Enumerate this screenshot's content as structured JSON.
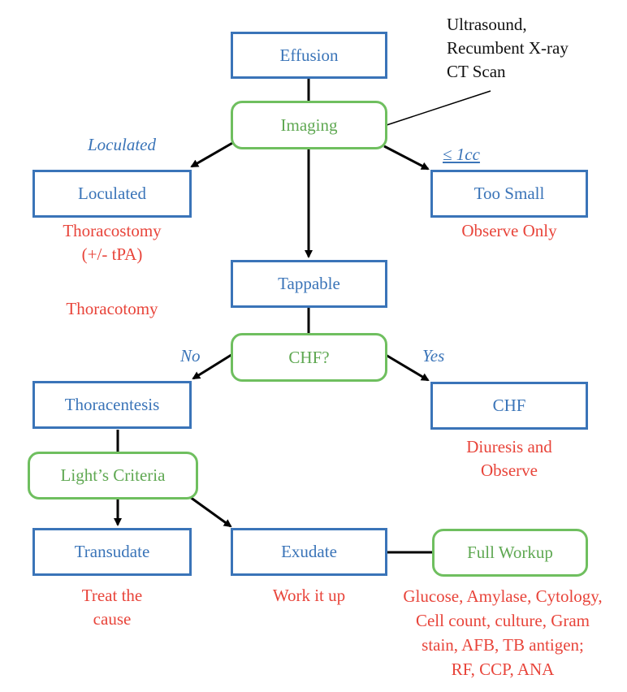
{
  "nodes": {
    "effusion": "Effusion",
    "imaging": "Imaging",
    "loculated": "Loculated",
    "too_small": "Too Small",
    "tappable": "Tappable",
    "chf_question": "CHF?",
    "thoracentesis": "Thoracentesis",
    "chf": "CHF",
    "lights_criteria": "Light’s Criteria",
    "transudate": "Transudate",
    "exudate": "Exudate",
    "full_workup": "Full Workup"
  },
  "edge_labels": {
    "loculated": "Loculated",
    "too_small": "≤ 1cc",
    "no": "No",
    "yes": "Yes"
  },
  "imaging_note": [
    "Ultrasound,",
    "Recumbent X-ray",
    "CT Scan"
  ],
  "actions": {
    "loculated": [
      "Thoracostomy",
      "(+/- tPA)"
    ],
    "thoracotomy": "Thoracotomy",
    "too_small": "Observe Only",
    "chf": [
      "Diuresis and",
      "Observe"
    ],
    "transudate": [
      "Treat the",
      "cause"
    ],
    "exudate": "Work it up",
    "workup": [
      "Glucose, Amylase, Cytology,",
      "Cell count, culture, Gram",
      "stain, AFB, TB antigen;",
      "RF, CCP, ANA"
    ]
  }
}
